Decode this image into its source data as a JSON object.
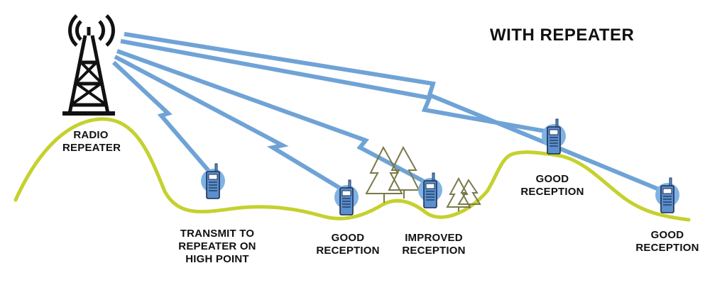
{
  "title": "WITH REPEATER",
  "colors": {
    "ground": "#c5d12e",
    "signal": "#6fa3d6",
    "radio_fill": "#5b8fce",
    "radio_circle": "#7fb2e5",
    "tower": "#111111",
    "tree": "#7a7a4a"
  },
  "labels": {
    "repeater": [
      "RADIO",
      "REPEATER"
    ],
    "transmit": [
      "TRANSMIT TO",
      "REPEATER ON",
      "HIGH POINT"
    ],
    "good1": [
      "GOOD",
      "RECEPTION"
    ],
    "improved": [
      "IMPROVED",
      "RECEPTION"
    ],
    "good2": [
      "GOOD",
      "RECEPTION"
    ],
    "good3": [
      "GOOD",
      "RECEPTION"
    ]
  },
  "icons": {
    "tower": "radio-tower-icon",
    "radio": "handheld-radio-icon",
    "tree": "pine-tree-icon"
  }
}
